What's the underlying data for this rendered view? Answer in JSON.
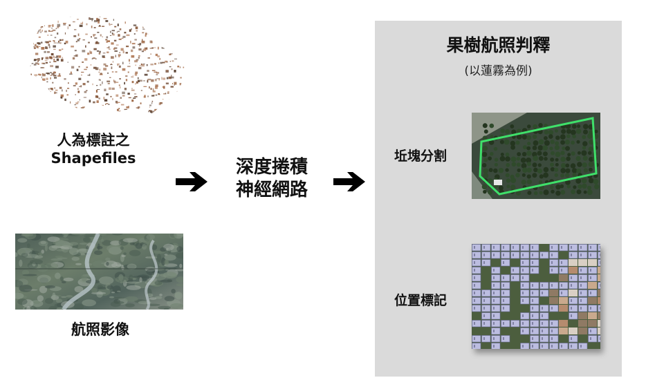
{
  "left": {
    "shapefile_label_line1": "人為標註之",
    "shapefile_label_line2": "Shapefiles",
    "aerial_label": "航照影像"
  },
  "middle": {
    "process_line1": "深度捲積",
    "process_line2": "神經網路"
  },
  "panel": {
    "title": "果樹航照判釋",
    "subtitle": "(以蓮霧為例)",
    "segmentation_label": "坵塊分割",
    "location_label": "位置標記"
  },
  "colors": {
    "panel_bg": "#dadada",
    "parcel_brown": "#8a5a3c",
    "outline_green": "#3fe06a",
    "parcel_lavender": "#c6c6ee",
    "arrow": "#000000"
  },
  "icons": {
    "arrow1": "arrow-right-icon",
    "arrow2": "arrow-right-icon"
  }
}
